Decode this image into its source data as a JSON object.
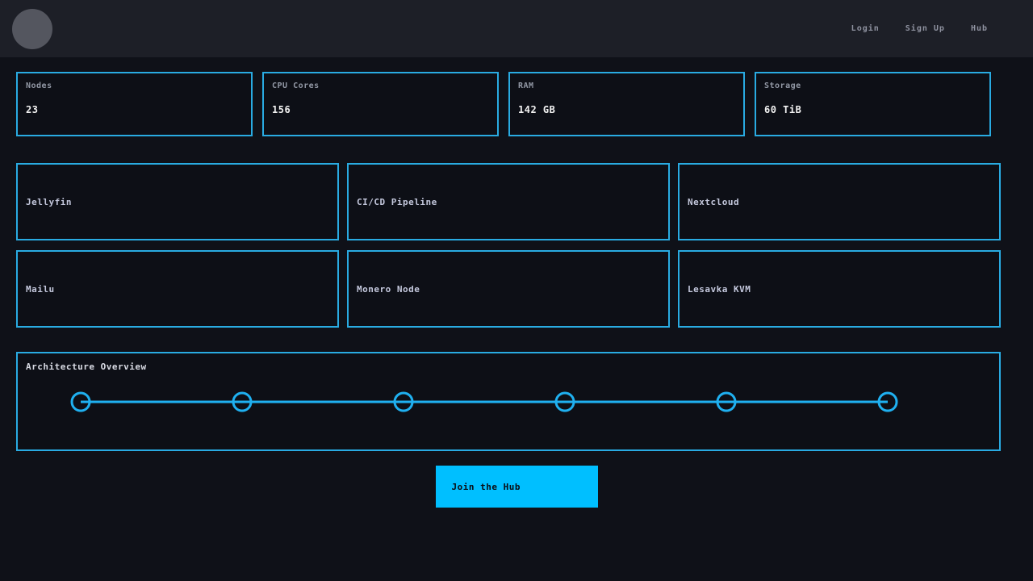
{
  "navbar": {
    "links": [
      {
        "label": "Login"
      },
      {
        "label": "Sign Up"
      },
      {
        "label": "Hub"
      }
    ]
  },
  "stats": [
    {
      "label": "Nodes",
      "value": "23"
    },
    {
      "label": "CPU Cores",
      "value": "156"
    },
    {
      "label": "RAM",
      "value": "142 GB"
    },
    {
      "label": "Storage",
      "value": "60 TiB"
    }
  ],
  "services": [
    {
      "name": "Jellyfin"
    },
    {
      "name": "CI/CD Pipeline"
    },
    {
      "name": "Nextcloud"
    },
    {
      "name": "Mailu"
    },
    {
      "name": "Monero Node"
    },
    {
      "name": "Lesavka KVM"
    }
  ],
  "architecture": {
    "title": "Architecture Overview",
    "node_count": 6
  },
  "cta": {
    "label": "Join the Hub"
  },
  "colors": {
    "page_bg": "#0f1118",
    "navbar_bg": "#1d1f27",
    "card_bg": "#0d0f16",
    "accent_border": "#29abe2",
    "diagram_cyan": "#1fb0f0",
    "button_bg": "#00bfff"
  }
}
